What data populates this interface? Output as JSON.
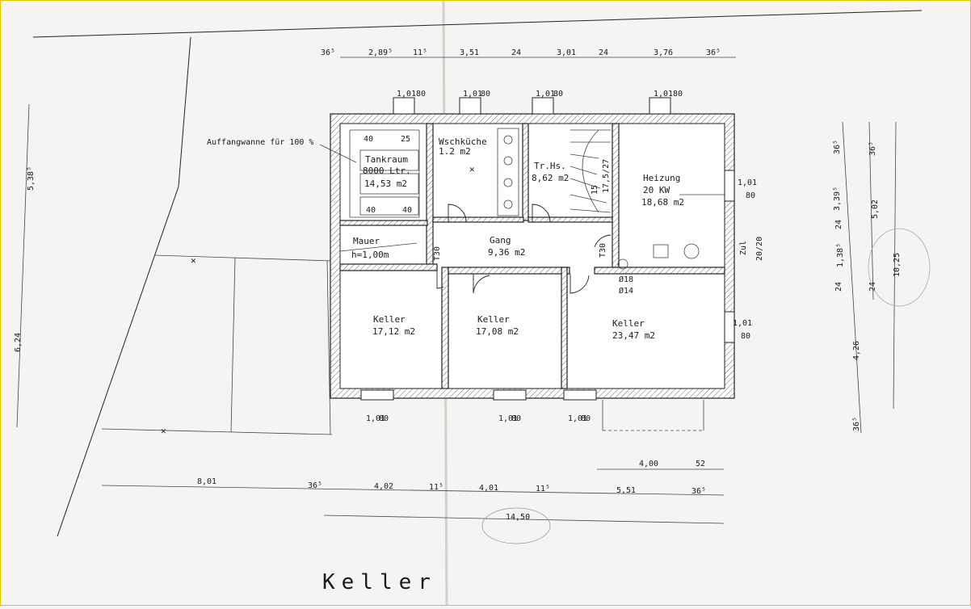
{
  "title": "Keller",
  "rooms": {
    "tankraum": {
      "name": "Tankraum",
      "capacity": "8000 Ltr.",
      "area": "14,53 m2"
    },
    "waschkueche": {
      "name": "Wschküche",
      "area": "1.2 m2"
    },
    "treppenhaus": {
      "name": "Tr.Hs.",
      "area": "8,62 m2"
    },
    "heizung": {
      "name": "Heizung",
      "power": "20 KW",
      "area": "18,68 m2"
    },
    "mauer": {
      "name": "Mauer",
      "height": "h=1,00m"
    },
    "gang": {
      "name": "Gang",
      "area": "9,36 m2"
    },
    "keller1": {
      "name": "Keller",
      "area": "17,12 m2"
    },
    "keller2": {
      "name": "Keller",
      "area": "17,08 m2"
    },
    "keller3": {
      "name": "Keller",
      "area": "23,47 m2"
    }
  },
  "annotations": {
    "auffangwanne": "Auffangwanne für 100 %",
    "t30_left": "T30",
    "t30_right": "T30",
    "pipe1": "Ø18",
    "pipe2": "Ø14",
    "zul_label": "Zul",
    "zul_size": "20/20",
    "tank_dim_40a": "40",
    "tank_dim_25": "25",
    "tank_dim_40b": "40",
    "tank_dim_40c": "40",
    "stair_dims": "17,5/27",
    "stair_count": "15"
  },
  "windows": {
    "width": "1,01",
    "height": "80"
  },
  "dims_top": [
    "36⁵",
    "2,89⁵",
    "11⁵",
    "3,51",
    "24",
    "3,01",
    "24",
    "3,76",
    "36⁵"
  ],
  "dims_bottom_row1": [
    "4,00",
    "52"
  ],
  "dims_bottom_row2": [
    "8,01",
    "36⁵",
    "4,02",
    "11⁵",
    "4,01",
    "11⁵",
    "5,51",
    "36⁵"
  ],
  "dims_bottom_total": "14,50",
  "dims_left": [
    "5,38⁵",
    "6,24"
  ],
  "dims_right_col1": [
    "36⁵",
    "3,39⁵",
    "24",
    "1,38⁵",
    "24",
    "4,26",
    "36⁵"
  ],
  "dims_right_col2": [
    "36⁵",
    "5,02",
    "24"
  ],
  "dims_right_total": "10,25"
}
